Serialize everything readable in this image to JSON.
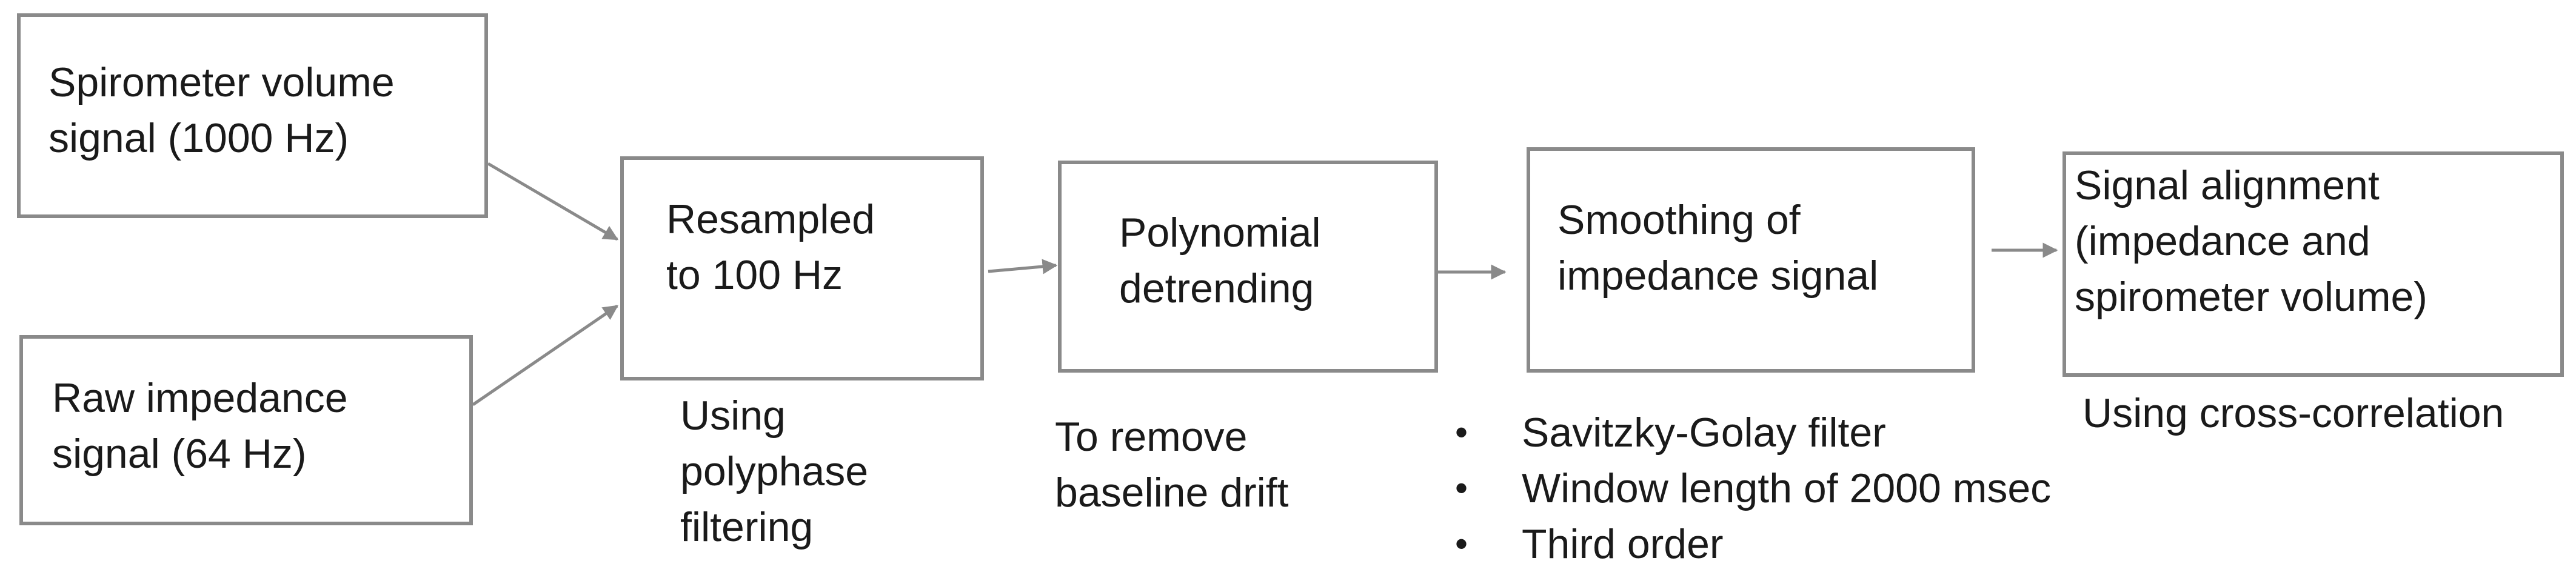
{
  "boxes": {
    "spirometer": {
      "lines": [
        "Spirometer volume",
        "signal (1000 Hz)"
      ]
    },
    "impedance": {
      "lines": [
        "Raw impedance",
        "signal  (64 Hz)"
      ]
    },
    "resample": {
      "lines": [
        "Resampled",
        "to 100 Hz"
      ]
    },
    "detrend": {
      "lines": [
        "Polynomial",
        "detrending"
      ]
    },
    "smooth": {
      "lines": [
        "Smoothing of",
        "impedance signal"
      ]
    },
    "align": {
      "lines": [
        "Signal alignment",
        "(impedance and",
        "spirometer volume)"
      ]
    }
  },
  "notes": {
    "resample": {
      "lines": [
        "Using",
        "polyphase",
        "filtering"
      ]
    },
    "detrend": {
      "lines": [
        "To remove",
        "baseline drift"
      ]
    },
    "smooth": {
      "bullet": "•",
      "items": [
        "Savitzky-Golay filter",
        "Window length of 2000 msec",
        "Third order"
      ]
    },
    "align": {
      "lines": [
        "Using cross-correlation"
      ]
    }
  },
  "colors": {
    "box_border": "#8a8a8a",
    "arrow": "#8a8a8a",
    "text": "#1a1a1a"
  }
}
